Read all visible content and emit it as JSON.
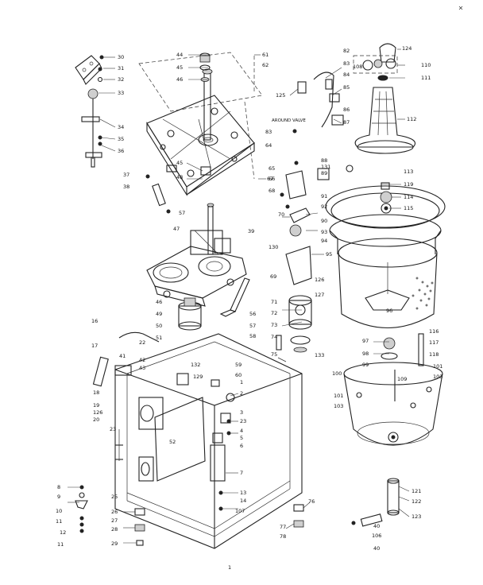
{
  "diagram": {
    "callouts": [
      {
        "id": "p30",
        "text": "30"
      },
      {
        "id": "p31",
        "text": "31"
      },
      {
        "id": "p32",
        "text": "32"
      },
      {
        "id": "p33",
        "text": "33"
      },
      {
        "id": "p34",
        "text": "34"
      },
      {
        "id": "p35",
        "text": "35"
      },
      {
        "id": "p36",
        "text": "36"
      },
      {
        "id": "p37",
        "text": "37"
      },
      {
        "id": "p38",
        "text": "38"
      },
      {
        "id": "p57a",
        "text": "57"
      },
      {
        "id": "p44",
        "text": "44"
      },
      {
        "id": "p45",
        "text": "45"
      },
      {
        "id": "p46",
        "text": "46"
      },
      {
        "id": "p61",
        "text": "61"
      },
      {
        "id": "p62",
        "text": "62"
      },
      {
        "id": "p45b",
        "text": "45"
      },
      {
        "id": "p48",
        "text": "48"
      },
      {
        "id": "p67",
        "text": "67"
      },
      {
        "id": "p47",
        "text": "47"
      },
      {
        "id": "p39",
        "text": "39"
      },
      {
        "id": "p130",
        "text": "130"
      },
      {
        "id": "p46b",
        "text": "46"
      },
      {
        "id": "p49",
        "text": "49"
      },
      {
        "id": "p50",
        "text": "50"
      },
      {
        "id": "p51",
        "text": "51"
      },
      {
        "id": "p56",
        "text": "56"
      },
      {
        "id": "p57b",
        "text": "57"
      },
      {
        "id": "p58",
        "text": "58"
      },
      {
        "id": "p16",
        "text": "16"
      },
      {
        "id": "p17",
        "text": "17"
      },
      {
        "id": "p22",
        "text": "22"
      },
      {
        "id": "p42",
        "text": "42"
      },
      {
        "id": "p41",
        "text": "41"
      },
      {
        "id": "p43",
        "text": "43"
      },
      {
        "id": "p18",
        "text": "18"
      },
      {
        "id": "p19",
        "text": "19"
      },
      {
        "id": "p126a",
        "text": "126"
      },
      {
        "id": "p20",
        "text": "20"
      },
      {
        "id": "p23a",
        "text": "23"
      },
      {
        "id": "p52",
        "text": "52"
      },
      {
        "id": "p132",
        "text": "132"
      },
      {
        "id": "p129",
        "text": "129"
      },
      {
        "id": "p59",
        "text": "59"
      },
      {
        "id": "p60",
        "text": "60"
      },
      {
        "id": "p1",
        "text": "1"
      },
      {
        "id": "p2",
        "text": "2"
      },
      {
        "id": "p3",
        "text": "3"
      },
      {
        "id": "p23b",
        "text": "23"
      },
      {
        "id": "p4",
        "text": "4"
      },
      {
        "id": "p5",
        "text": "5"
      },
      {
        "id": "p6",
        "text": "6"
      },
      {
        "id": "p7",
        "text": "7"
      },
      {
        "id": "p13",
        "text": "13"
      },
      {
        "id": "p14",
        "text": "14"
      },
      {
        "id": "p107",
        "text": "107"
      },
      {
        "id": "p25",
        "text": "25"
      },
      {
        "id": "p26",
        "text": "26"
      },
      {
        "id": "p27",
        "text": "27"
      },
      {
        "id": "p28",
        "text": "28"
      },
      {
        "id": "p29",
        "text": "29"
      },
      {
        "id": "p8",
        "text": "8"
      },
      {
        "id": "p9",
        "text": "9"
      },
      {
        "id": "p10",
        "text": "10"
      },
      {
        "id": "p11a",
        "text": "11"
      },
      {
        "id": "p12",
        "text": "12"
      },
      {
        "id": "p11b",
        "text": "11"
      },
      {
        "id": "p76",
        "text": "76"
      },
      {
        "id": "p77",
        "text": "77"
      },
      {
        "id": "p78",
        "text": "78"
      },
      {
        "id": "p125",
        "text": "125"
      },
      {
        "id": "p82",
        "text": "82"
      },
      {
        "id": "p83a",
        "text": "83"
      },
      {
        "id": "p84",
        "text": "84"
      },
      {
        "id": "p85",
        "text": "85"
      },
      {
        "id": "p86",
        "text": "86"
      },
      {
        "id": "p87",
        "text": "87"
      },
      {
        "id": "p83b",
        "text": "83"
      },
      {
        "id": "p64",
        "text": "64"
      },
      {
        "id": "p65",
        "text": "65"
      },
      {
        "id": "p66",
        "text": "66"
      },
      {
        "id": "p68",
        "text": "68"
      },
      {
        "id": "p88",
        "text": "88"
      },
      {
        "id": "p131",
        "text": "131"
      },
      {
        "id": "p89",
        "text": "89"
      },
      {
        "id": "p70",
        "text": "70"
      },
      {
        "id": "p91",
        "text": "91"
      },
      {
        "id": "p92",
        "text": "92"
      },
      {
        "id": "p90",
        "text": "90"
      },
      {
        "id": "p93",
        "text": "93"
      },
      {
        "id": "p94",
        "text": "94"
      },
      {
        "id": "p95",
        "text": "95"
      },
      {
        "id": "p69",
        "text": "69"
      },
      {
        "id": "p126b",
        "text": "126"
      },
      {
        "id": "p71",
        "text": "71"
      },
      {
        "id": "p127",
        "text": "127"
      },
      {
        "id": "p72",
        "text": "72"
      },
      {
        "id": "p73",
        "text": "73"
      },
      {
        "id": "p74",
        "text": "74"
      },
      {
        "id": "p75",
        "text": "75"
      },
      {
        "id": "p133",
        "text": "133"
      },
      {
        "id": "p96",
        "text": "96"
      },
      {
        "id": "p97",
        "text": "97"
      },
      {
        "id": "p98",
        "text": "98"
      },
      {
        "id": "p99",
        "text": "99"
      },
      {
        "id": "p100",
        "text": "100"
      },
      {
        "id": "p101a",
        "text": "101"
      },
      {
        "id": "p103a",
        "text": "103"
      },
      {
        "id": "p101b",
        "text": "101"
      },
      {
        "id": "p103b",
        "text": "103"
      },
      {
        "id": "p109",
        "text": "109"
      },
      {
        "id": "p116",
        "text": "116"
      },
      {
        "id": "p117",
        "text": "117"
      },
      {
        "id": "p118",
        "text": "118"
      },
      {
        "id": "p124",
        "text": "124"
      },
      {
        "id": "p108",
        "text": "108"
      },
      {
        "id": "p110",
        "text": "110"
      },
      {
        "id": "p111",
        "text": "111"
      },
      {
        "id": "p112",
        "text": "112"
      },
      {
        "id": "p113",
        "text": "113"
      },
      {
        "id": "p119",
        "text": "119"
      },
      {
        "id": "p114",
        "text": "114"
      },
      {
        "id": "p115",
        "text": "115"
      },
      {
        "id": "p121",
        "text": "121"
      },
      {
        "id": "p122",
        "text": "122"
      },
      {
        "id": "p123",
        "text": "123"
      },
      {
        "id": "p106",
        "text": "106"
      },
      {
        "id": "p40a",
        "text": "40"
      },
      {
        "id": "p40b",
        "text": "40"
      }
    ],
    "notes": [
      {
        "id": "n_around",
        "text": "AROUND VALVE"
      }
    ],
    "footer_mark": "1"
  }
}
